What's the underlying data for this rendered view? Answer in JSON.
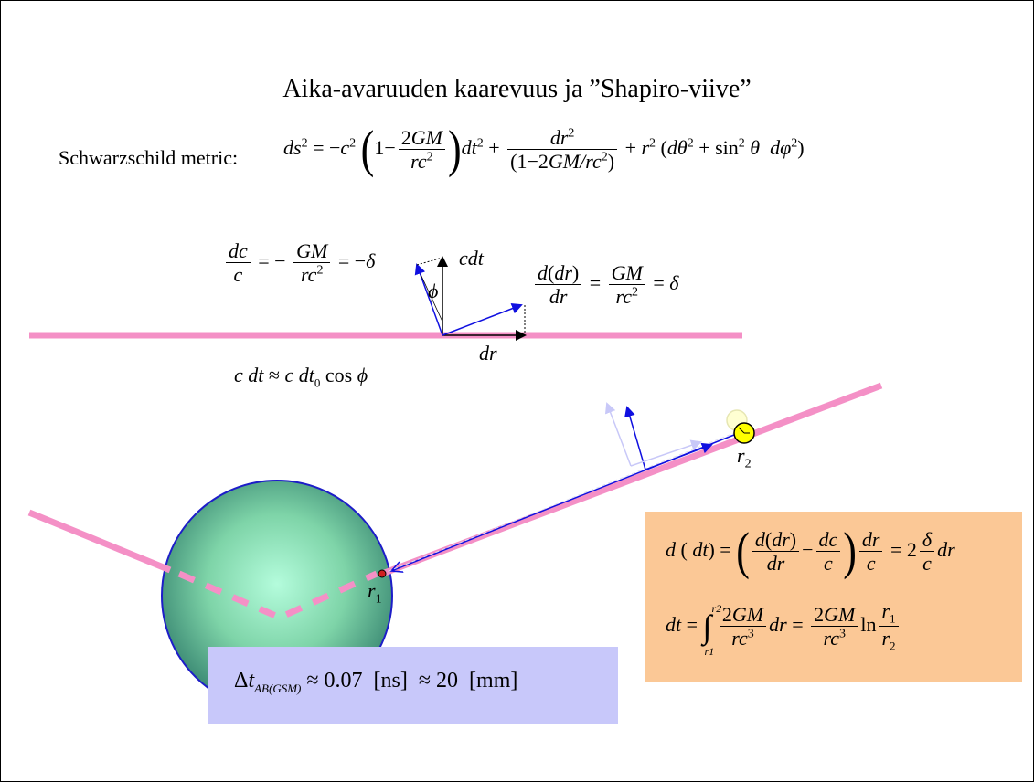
{
  "title": "Aika-avaruuden kaarevuus ja ”Shapiro-viive”",
  "metric_label": "Schwarzschild metric:",
  "diagram_labels": {
    "cdt": "cdt",
    "phi": "ϕ",
    "dr": "dr",
    "r1": "r",
    "r1_sub": "1",
    "r2": "r",
    "r2_sub": "2"
  },
  "equations": {
    "dc_over_c": "dc/c = −GM/rc² = −δ",
    "d_dr_over_dr": "d(dr)/dr = GM/rc² = δ",
    "cdt_approx": "c dt ≈ c dt₀ cos ϕ",
    "d_dt": "d(dt) = (d(dr)/dr − dc/c) dr/c = 2 δ/c dr",
    "dt_integral": "dt = ∫ 2GM/rc³ dr = 2GM/rc³ ln r₁/r₂",
    "delta_t": "Δt_AB(GSM) ≈ 0.07 [ns] ≈ 20 [mm]"
  },
  "result": {
    "value": "0.07",
    "unit1": "[ns]",
    "value2": "20",
    "unit2": "[mm]"
  },
  "colors": {
    "path": "#f490c6",
    "arrow_blue": "#1010e0",
    "earth_center": "#a9f7d0",
    "earth_edge": "#3c8a74",
    "earth_border": "#1d1dc8",
    "satellite": "#ffff00",
    "box_orange": "#fbc896",
    "box_blue": "#c8c8fa"
  }
}
